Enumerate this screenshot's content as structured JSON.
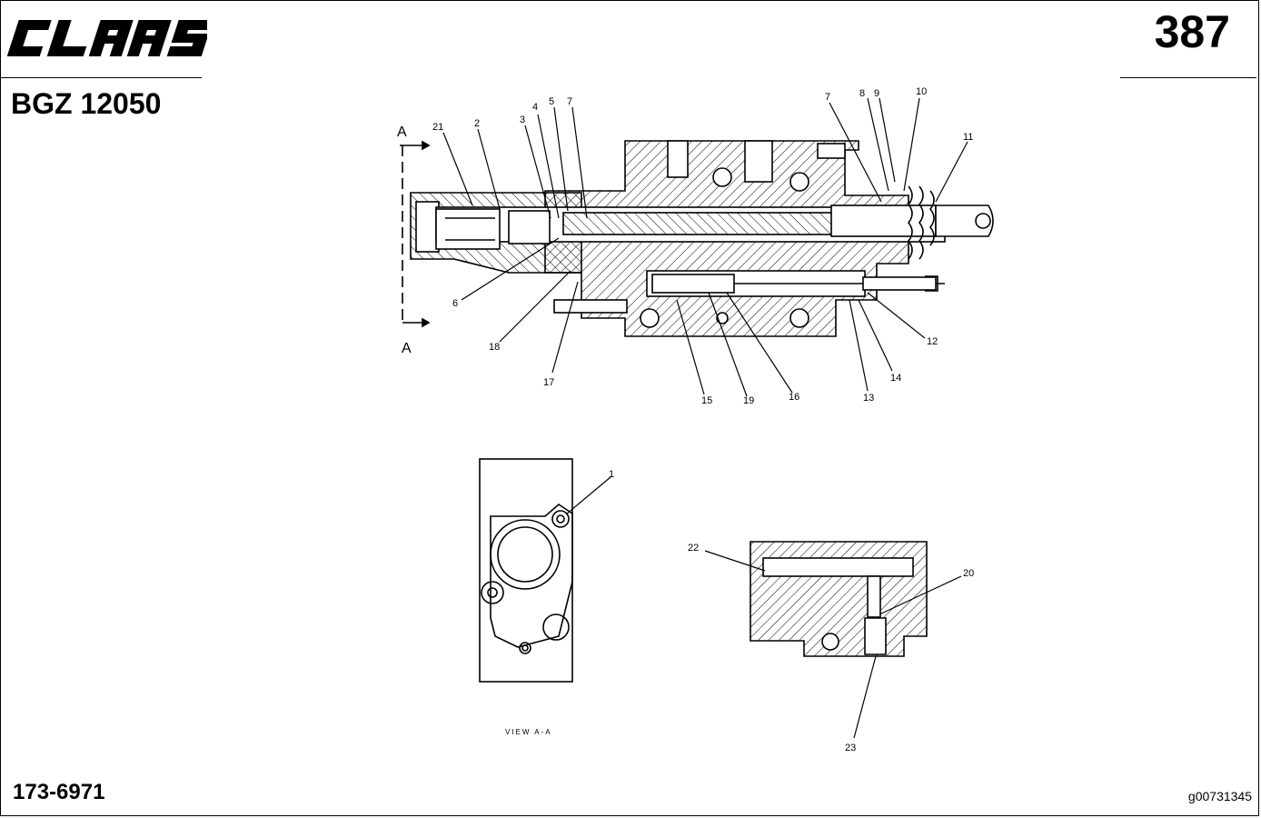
{
  "header": {
    "brand": "CLAAS",
    "page_number": "387",
    "group_code": "BGZ 12050"
  },
  "footer": {
    "part_number": "173-6971",
    "image_id": "g00731345"
  },
  "diagram": {
    "section_letter_top": "A",
    "section_letter_bottom": "A",
    "view_label": "VIEW A-A",
    "callouts": [
      "1",
      "2",
      "3",
      "4",
      "5",
      "6",
      "7",
      "8",
      "9",
      "10",
      "11",
      "12",
      "13",
      "14",
      "15",
      "16",
      "17",
      "18",
      "19",
      "20",
      "21",
      "22",
      "23"
    ]
  }
}
